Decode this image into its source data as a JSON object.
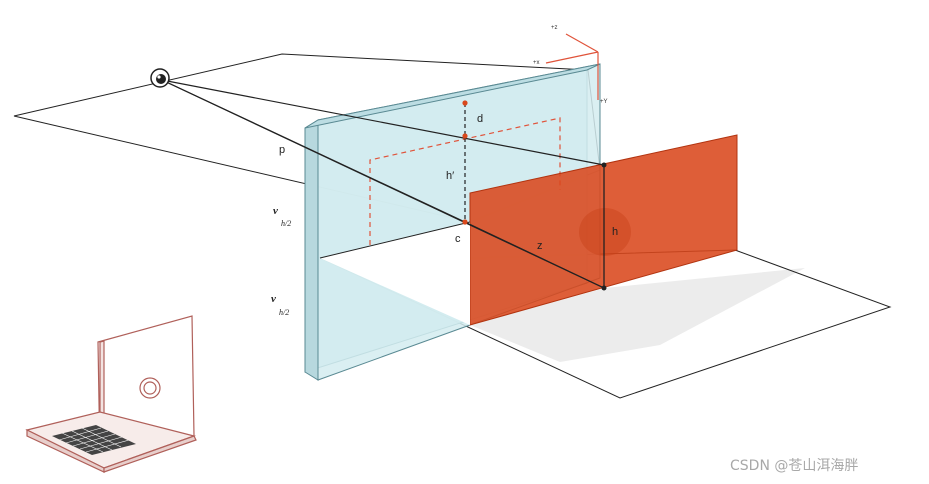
{
  "labels": {
    "p": "p",
    "d": "d",
    "h_prime": "h′",
    "c": "c",
    "z": "z",
    "h": "h",
    "v_top": "v",
    "v_top_sub": "h/2",
    "v_bottom": "v",
    "v_bottom_sub": "h/2",
    "axis_z": "+z",
    "axis_x": "+x",
    "axis_y": "+Y"
  },
  "watermark": "CSDN @苍山洱海胖",
  "colors": {
    "panel_fill": "#cde8ec",
    "panel_edge": "#5a8a93",
    "target_fill": "#d9481c",
    "dashed": "#e0533a",
    "axis": "#e0533a",
    "laptop": "#b0605a",
    "floor_shadow": "#ececec",
    "lines": "#222222"
  }
}
